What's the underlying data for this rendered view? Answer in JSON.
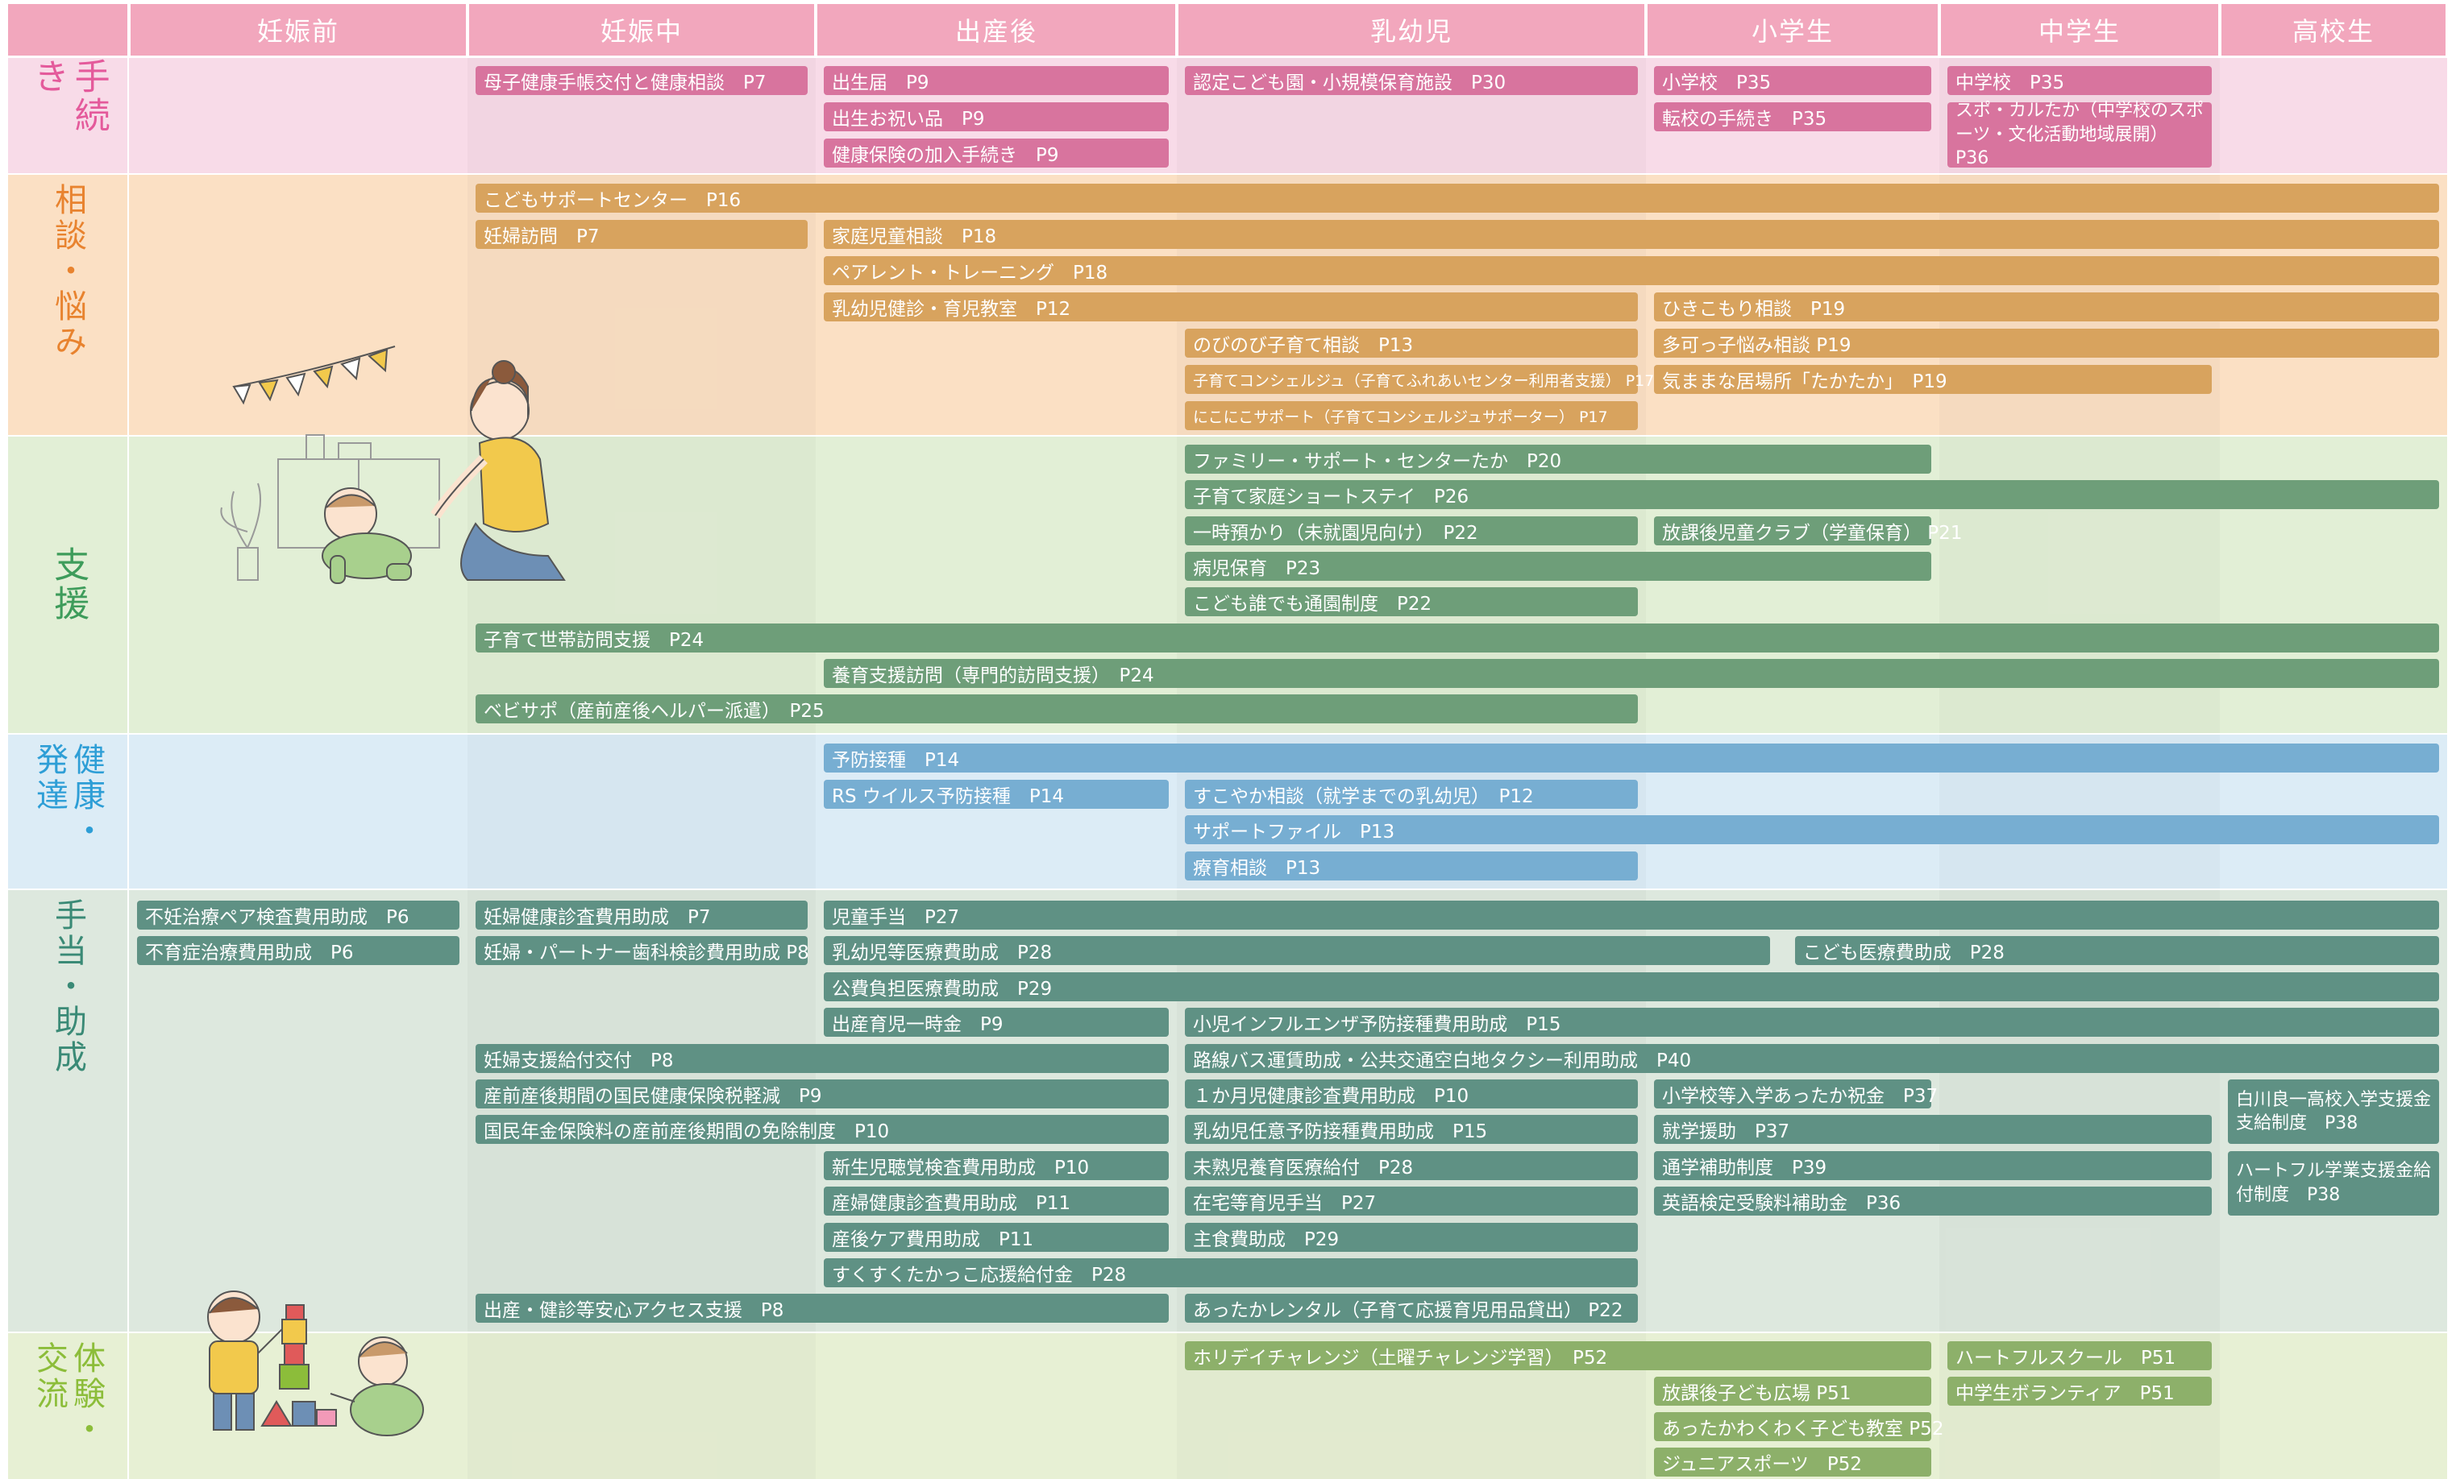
{
  "stages": [
    "妊娠前",
    "妊娠中",
    "出産後",
    "乳幼児",
    "小学生",
    "中学生",
    "高校生"
  ],
  "colors": {
    "procedures": {
      "band": "#f8dbe8",
      "label": "#e45a9b",
      "bar": "#d8749e"
    },
    "consult": {
      "band": "#fbe0c4",
      "label": "#e8832f",
      "bar": "#d8a35e"
    },
    "support": {
      "band": "#e2efd6",
      "label": "#3e9c5b",
      "bar": "#6e9e79"
    },
    "health": {
      "band": "#dcecf6",
      "label": "#2e9ed6",
      "bar": "#77aed2"
    },
    "allowance": {
      "band": "#dde8de",
      "label": "#3a8a76",
      "bar": "#5f9184"
    },
    "experience": {
      "band": "#e7f0d4",
      "label": "#8cbd3a",
      "bar": "#8db06a"
    }
  },
  "rows": [
    {
      "key": "procedures",
      "label": "手続き",
      "items": [
        {
          "text": "母子健康手帳交付と健康相談　P7",
          "s": 1,
          "e": 2,
          "line": 0
        },
        {
          "text": "出生届　P9",
          "s": 2,
          "e": 3,
          "line": 0
        },
        {
          "text": "出生お祝い品　P9",
          "s": 2,
          "e": 3,
          "line": 1
        },
        {
          "text": "健康保険の加入手続き　P9",
          "s": 2,
          "e": 3,
          "line": 2
        },
        {
          "text": "認定こども園・小規模保育施設　P30",
          "s": 3,
          "e": 4,
          "line": 0
        },
        {
          "text": "小学校　P35",
          "s": 4,
          "e": 5,
          "line": 0
        },
        {
          "text": "転校の手続き　P35",
          "s": 4,
          "e": 5,
          "line": 1
        },
        {
          "text": "中学校　P35",
          "s": 5,
          "e": 6,
          "line": 0
        },
        {
          "text": "スポ・カルたか（中学校のスポーツ・文化活動地域展開）　P36",
          "s": 5,
          "e": 6,
          "line": 1,
          "h": 2,
          "wrap": true
        }
      ]
    },
    {
      "key": "consult",
      "label": "相談・悩み",
      "items": [
        {
          "text": "こどもサポートセンター　P16",
          "s": 1,
          "e": 7,
          "line": 0
        },
        {
          "text": "妊婦訪問　P7",
          "s": 1,
          "e": 2,
          "line": 1
        },
        {
          "text": "家庭児童相談　P18",
          "s": 2,
          "e": 7,
          "line": 1
        },
        {
          "text": "ペアレント・トレーニング　P18",
          "s": 2,
          "e": 7,
          "line": 2
        },
        {
          "text": "乳幼児健診・育児教室　P12",
          "s": 2,
          "e": 4,
          "line": 3
        },
        {
          "text": "ひきこもり相談　P19",
          "s": 4,
          "e": 7,
          "line": 3
        },
        {
          "text": "のびのび子育て相談　P13",
          "s": 3,
          "e": 4,
          "line": 4
        },
        {
          "text": "多可っ子悩み相談 P19",
          "s": 4,
          "e": 7,
          "line": 4
        },
        {
          "text": "子育てコンシェルジュ（子育てふれあいセンター利用者支援） P17",
          "s": 3,
          "e": 4,
          "line": 5,
          "small": true
        },
        {
          "text": "気ままな居場所「たかたか」　P19",
          "s": 4,
          "e": 6,
          "line": 5
        },
        {
          "text": "にこにこサポート（子育てコンシェルジュサポーター） P17",
          "s": 3,
          "e": 4,
          "line": 6,
          "small": true
        }
      ]
    },
    {
      "key": "support",
      "label": "支援",
      "items": [
        {
          "text": "ファミリー・サポート・センターたか　P20",
          "s": 3,
          "e": 5,
          "line": 0
        },
        {
          "text": "子育て家庭ショートステイ　P26",
          "s": 3,
          "e": 7,
          "line": 1
        },
        {
          "text": "一時預かり（未就園児向け）　P22",
          "s": 3,
          "e": 4,
          "line": 2
        },
        {
          "text": "放課後児童クラブ（学童保育） P21",
          "s": 4,
          "e": 5,
          "line": 2
        },
        {
          "text": "病児保育　P23",
          "s": 3,
          "e": 5,
          "line": 3
        },
        {
          "text": "こども誰でも通園制度　P22",
          "s": 3,
          "e": 4,
          "line": 4
        },
        {
          "text": "子育て世帯訪問支援　P24",
          "s": 1,
          "e": 7,
          "line": 5
        },
        {
          "text": "養育支援訪問（専門的訪問支援）　P24",
          "s": 2,
          "e": 7,
          "line": 6
        },
        {
          "text": "ベビサポ（産前産後ヘルパー派遣）　P25",
          "s": 1,
          "e": 4,
          "line": 7
        }
      ]
    },
    {
      "key": "health",
      "label": "健康・発達",
      "items": [
        {
          "text": "予防接種　P14",
          "s": 2,
          "e": 7,
          "line": 0
        },
        {
          "text": "RS ウイルス予防接種　P14",
          "s": 2,
          "e": 3,
          "line": 1
        },
        {
          "text": "すこやか相談（就学までの乳幼児）　P12",
          "s": 3,
          "e": 4,
          "line": 1
        },
        {
          "text": "サポートファイル　P13",
          "s": 3,
          "e": 7,
          "line": 2
        },
        {
          "text": "療育相談　P13",
          "s": 3,
          "e": 4,
          "line": 3
        }
      ]
    },
    {
      "key": "allowance",
      "label": "手当・助成",
      "items": [
        {
          "text": "不妊治療ペア検査費用助成　P6",
          "s": 0,
          "e": 1,
          "line": 0
        },
        {
          "text": "妊婦健康診査費用助成　P7",
          "s": 1,
          "e": 2,
          "line": 0
        },
        {
          "text": "児童手当　P27",
          "s": 2,
          "e": 7,
          "line": 0
        },
        {
          "text": "不育症治療費用助成　P6",
          "s": 0,
          "e": 1,
          "line": 1
        },
        {
          "text": "妊婦・パートナー歯科検診費用助成 P8",
          "s": 1,
          "e": 2,
          "line": 1
        },
        {
          "text": "乳幼児等医療費助成　P28",
          "s": 2,
          "e": 4.45,
          "line": 1
        },
        {
          "text": "こども医療費助成　P28",
          "s": 4.48,
          "e": 7,
          "line": 1
        },
        {
          "text": "公費負担医療費助成　P29",
          "s": 2,
          "e": 7,
          "line": 2
        },
        {
          "text": "出産育児一時金　P9",
          "s": 2,
          "e": 3,
          "line": 3
        },
        {
          "text": "小児インフルエンザ予防接種費用助成　P15",
          "s": 3,
          "e": 7,
          "line": 3
        },
        {
          "text": "妊婦支援給付交付　P8",
          "s": 1,
          "e": 3,
          "line": 4
        },
        {
          "text": "路線バス運賃助成・公共交通空白地タクシー利用助成　P40",
          "s": 3,
          "e": 7,
          "line": 4
        },
        {
          "text": "産前産後期間の国民健康保険税軽減　P9",
          "s": 1,
          "e": 3,
          "line": 5
        },
        {
          "text": "１か月児健康診査費用助成　P10",
          "s": 3,
          "e": 4,
          "line": 5
        },
        {
          "text": "小学校等入学あったか祝金　P37",
          "s": 4,
          "e": 5,
          "line": 5
        },
        {
          "text": "国民年金保険料の産前産後期間の免除制度　P10",
          "s": 1,
          "e": 3,
          "line": 6
        },
        {
          "text": "乳幼児任意予防接種費用助成　P15",
          "s": 3,
          "e": 4,
          "line": 6
        },
        {
          "text": "就学援助　P37",
          "s": 4,
          "e": 6,
          "line": 6
        },
        {
          "text": "新生児聴覚検査費用助成　P10",
          "s": 2,
          "e": 3,
          "line": 7
        },
        {
          "text": "未熟児養育医療給付　P28",
          "s": 3,
          "e": 4,
          "line": 7
        },
        {
          "text": "通学補助制度　P39",
          "s": 4,
          "e": 6,
          "line": 7
        },
        {
          "text": "産婦健康診査費用助成　P11",
          "s": 2,
          "e": 3,
          "line": 8
        },
        {
          "text": "在宅等育児手当　P27",
          "s": 3,
          "e": 4,
          "line": 8
        },
        {
          "text": "英語検定受験料補助金　P36",
          "s": 4,
          "e": 6,
          "line": 8
        },
        {
          "text": "産後ケア費用助成　P11",
          "s": 2,
          "e": 3,
          "line": 9
        },
        {
          "text": "主食費助成　P29",
          "s": 3,
          "e": 4,
          "line": 9
        },
        {
          "text": "すくすくたかっこ応援給付金　P28",
          "s": 2,
          "e": 4,
          "line": 10
        },
        {
          "text": "出産・健診等安心アクセス支援　P8",
          "s": 1,
          "e": 3,
          "line": 11
        },
        {
          "text": "あったかレンタル（子育て応援育児用品貸出） P22",
          "s": 3,
          "e": 4,
          "line": 11
        },
        {
          "text": "白川良一高校入学支援金支給制度　P38",
          "s": 6,
          "e": 7,
          "line": 5,
          "h": 2,
          "wrap": true
        },
        {
          "text": "ハートフル学業支援金給付制度　P38",
          "s": 6,
          "e": 7,
          "line": 7,
          "h": 2,
          "wrap": true
        }
      ]
    },
    {
      "key": "experience",
      "label": "体験・交流",
      "items": [
        {
          "text": "ホリデイチャレンジ（土曜チャレンジ学習）　P52",
          "s": 3,
          "e": 5,
          "line": 0
        },
        {
          "text": "ハートフルスクール　P51",
          "s": 5,
          "e": 6,
          "line": 0
        },
        {
          "text": "放課後子ども広場 P51",
          "s": 4,
          "e": 5,
          "line": 1
        },
        {
          "text": "中学生ボランティア　P51",
          "s": 5,
          "e": 6,
          "line": 1
        },
        {
          "text": "あったかわくわく子ども教室 P52",
          "s": 4,
          "e": 5,
          "line": 2
        },
        {
          "text": "ジュニアスポーツ　P52",
          "s": 4,
          "e": 5,
          "line": 3
        }
      ]
    }
  ]
}
